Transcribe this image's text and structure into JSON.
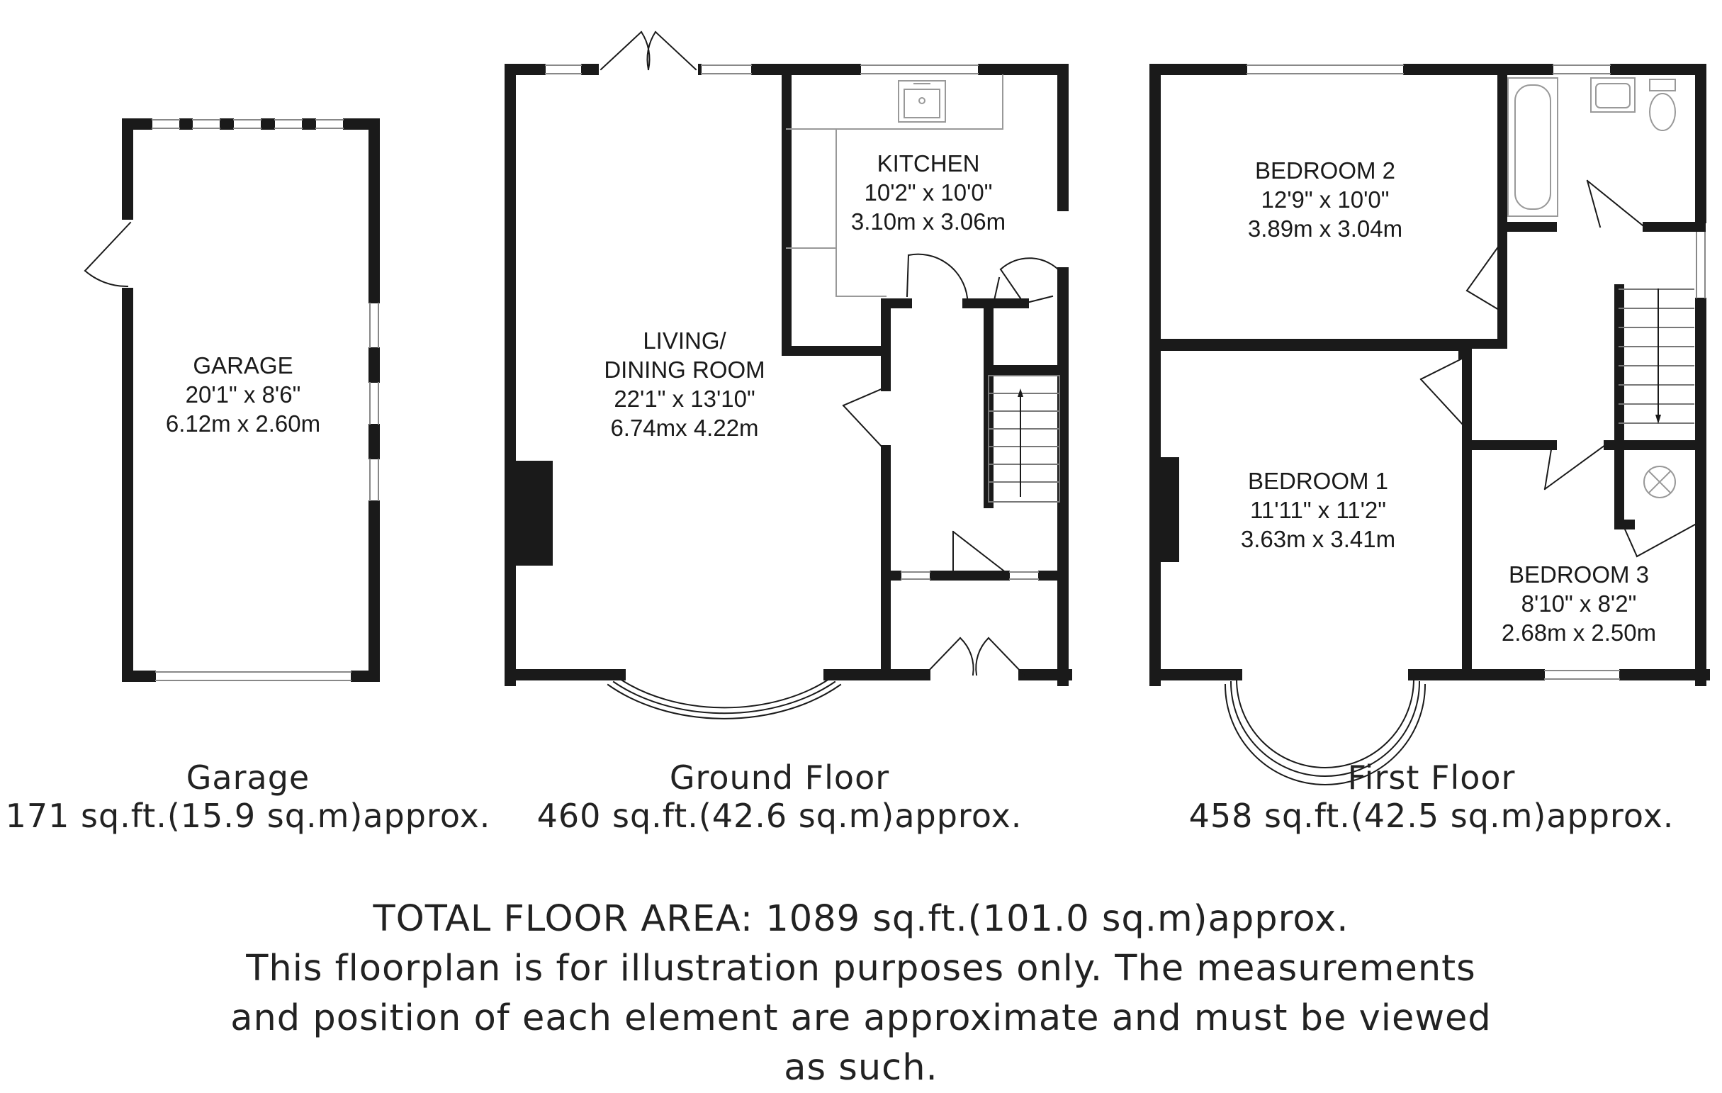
{
  "rooms": {
    "garage": {
      "name": "GARAGE",
      "imperial": "20'1\" x 8'6\"",
      "metric": "6.12m x 2.60m"
    },
    "kitchen": {
      "name": "KITCHEN",
      "imperial": "10'2\" x 10'0\"",
      "metric": "3.10m x 3.06m"
    },
    "living": {
      "name_line1": "LIVING/",
      "name_line2": "DINING ROOM",
      "imperial": "22'1\" x 13'10\"",
      "metric": "6.74mx 4.22m"
    },
    "bedroom2": {
      "name": "BEDROOM  2",
      "imperial": "12'9\" x 10'0\"",
      "metric": "3.89m x 3.04m"
    },
    "bedroom1": {
      "name": "BEDROOM  1",
      "imperial": "11'11\" x 11'2\"",
      "metric": "3.63m x 3.41m"
    },
    "bedroom3": {
      "name": "BEDROOM  3",
      "imperial": "8'10\" x 8'2\"",
      "metric": "2.68m x 2.50m"
    }
  },
  "floors": {
    "garage": {
      "title": "Garage",
      "area": "171 sq.ft.(15.9 sq.m)approx."
    },
    "ground": {
      "title": "Ground Floor",
      "area": "460 sq.ft.(42.6 sq.m)approx."
    },
    "first": {
      "title": "First Floor",
      "area": "458 sq.ft.(42.5 sq.m)approx."
    }
  },
  "footer": {
    "total": "TOTAL FLOOR AREA: 1089 sq.ft.(101.0 sq.m)approx.",
    "disclaimer_line1": "This floorplan is for illustration purposes only. The measurements",
    "disclaimer_line2": "and position of each element are approximate and must be viewed",
    "disclaimer_line3": "as such."
  },
  "colors": {
    "wall": "#1a1a1a",
    "fixture": "#999999",
    "background": "#ffffff"
  }
}
